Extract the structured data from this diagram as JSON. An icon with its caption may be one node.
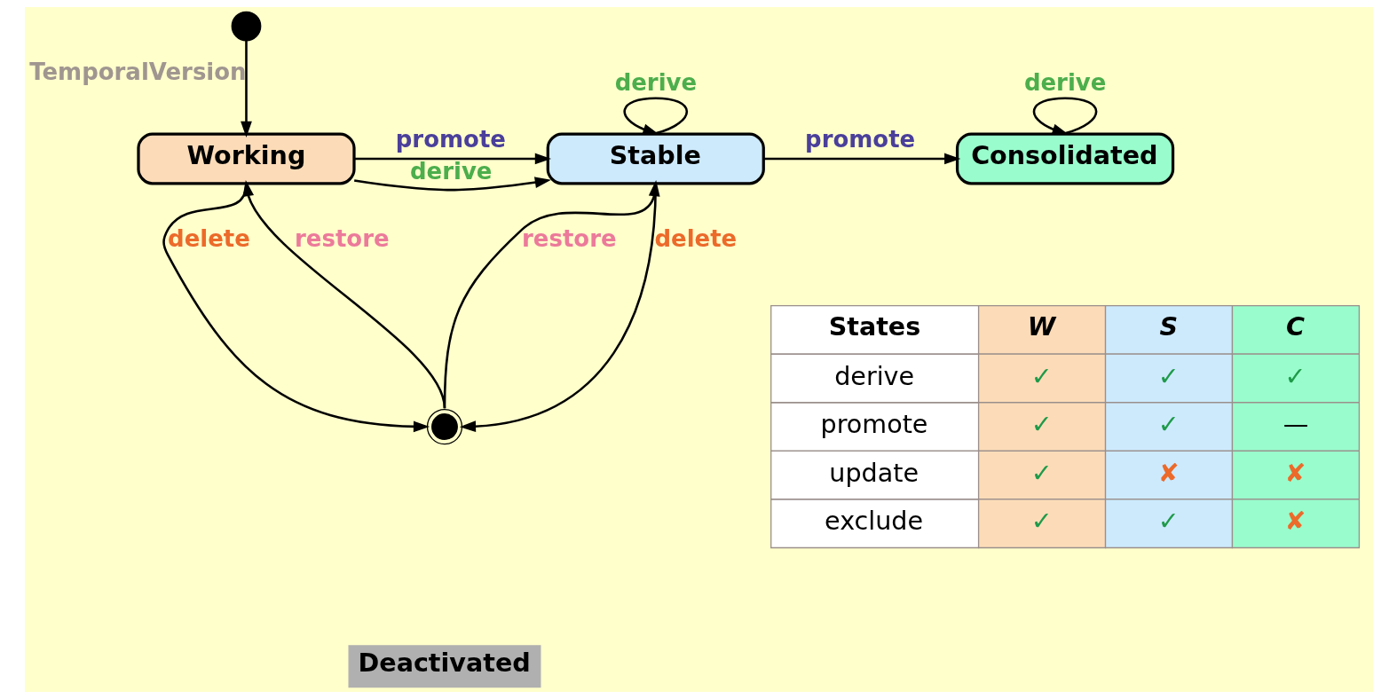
{
  "diagram": {
    "nodes": [
      {
        "text": [],
        "shape": "circle"
      },
      {
        "text": [
          "Working"
        ]
      },
      {
        "text": [
          "Stable"
        ]
      },
      {
        "text": [
          "Consolidated"
        ]
      },
      {
        "text": [],
        "shape": "circle"
      },
      {
        "text": [
          "Deactivated"
        ]
      }
    ],
    "edges": [
      {
        "from": 0,
        "to": 1,
        "arrow": "to",
        "label": "TemporalVersion"
      },
      {
        "from": 1,
        "to": 2,
        "arrow": "to",
        "label": "derive"
      },
      {
        "from": 2,
        "to": 2,
        "arrow": "to",
        "label": "derive"
      },
      {
        "from": 2,
        "to": 3,
        "arrow": "to",
        "label": "promote"
      },
      {
        "from": 3,
        "to": 3,
        "arrow": "to",
        "label": "derive"
      },
      {
        "from": 1,
        "to": 2,
        "arrow": "to",
        "label": "promote"
      },
      {
        "from": 4,
        "to": 1,
        "arrow": "to",
        "label": "restore"
      },
      {
        "from": 4,
        "to": 2,
        "arrow": "to",
        "label": "restore"
      },
      {
        "from": 1,
        "to": 4,
        "arrow": "to",
        "label": "delete"
      },
      {
        "from": 2,
        "to": 4,
        "arrow": "to",
        "label": "delete"
      }
    ],
    "labels": [
      "States",
      "W",
      "S",
      "C",
      "derive",
      "✓",
      "✓",
      "✓",
      "promote",
      "✓",
      "✓",
      "—",
      "update",
      "✓",
      "✘",
      "✘",
      "exclude",
      "✓",
      "✓",
      "✘"
    ]
  }
}
